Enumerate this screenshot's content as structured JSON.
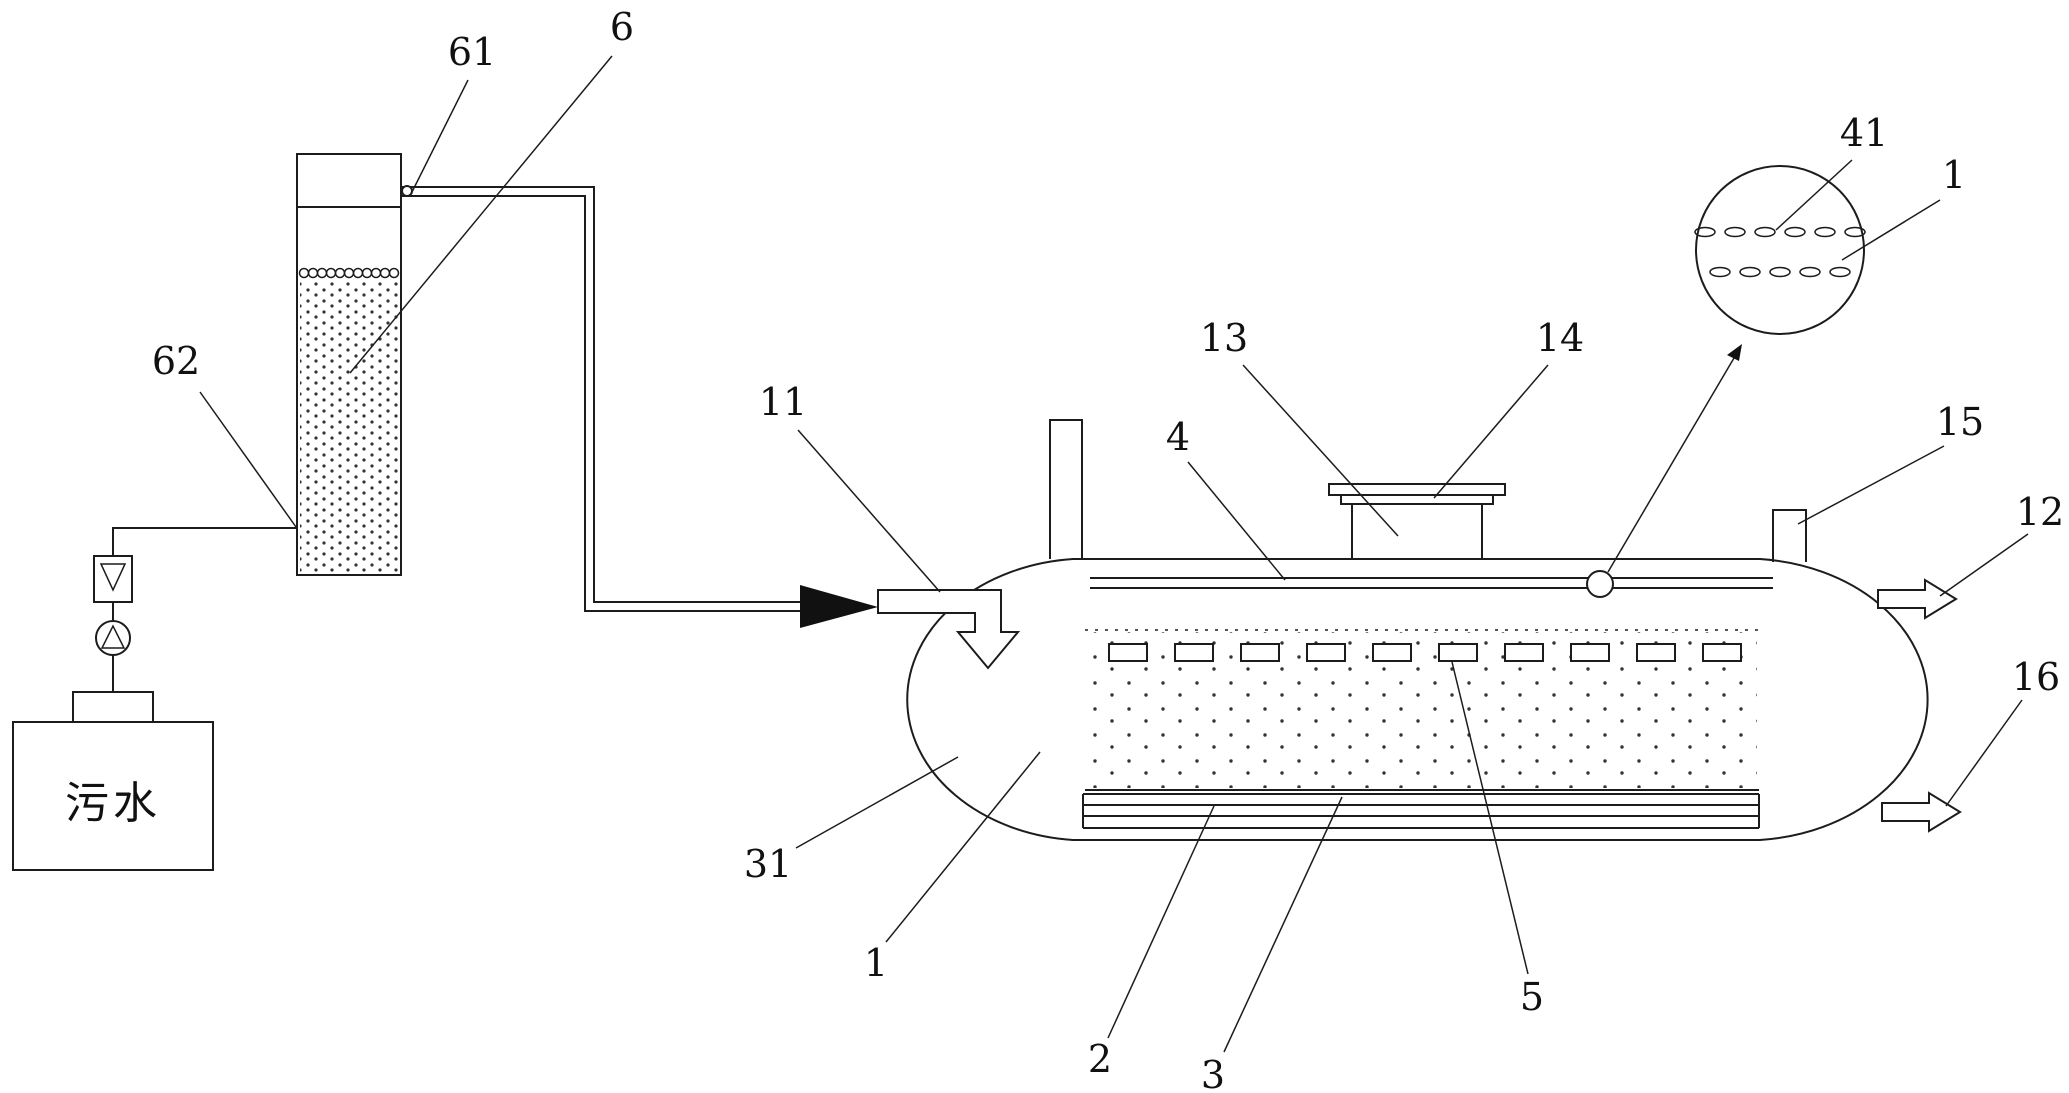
{
  "labels": {
    "61": "61",
    "6": "6",
    "62": "62",
    "11": "11",
    "4": "4",
    "13": "13",
    "14": "14",
    "41": "41",
    "1_top": "1",
    "15": "15",
    "12": "12",
    "16": "16",
    "31": "31",
    "1_bottom": "1",
    "2": "2",
    "3": "3",
    "5": "5"
  },
  "source_box": {
    "label": "污水"
  },
  "colors": {
    "line": "#1c1c1c",
    "background": "#ffffff"
  }
}
